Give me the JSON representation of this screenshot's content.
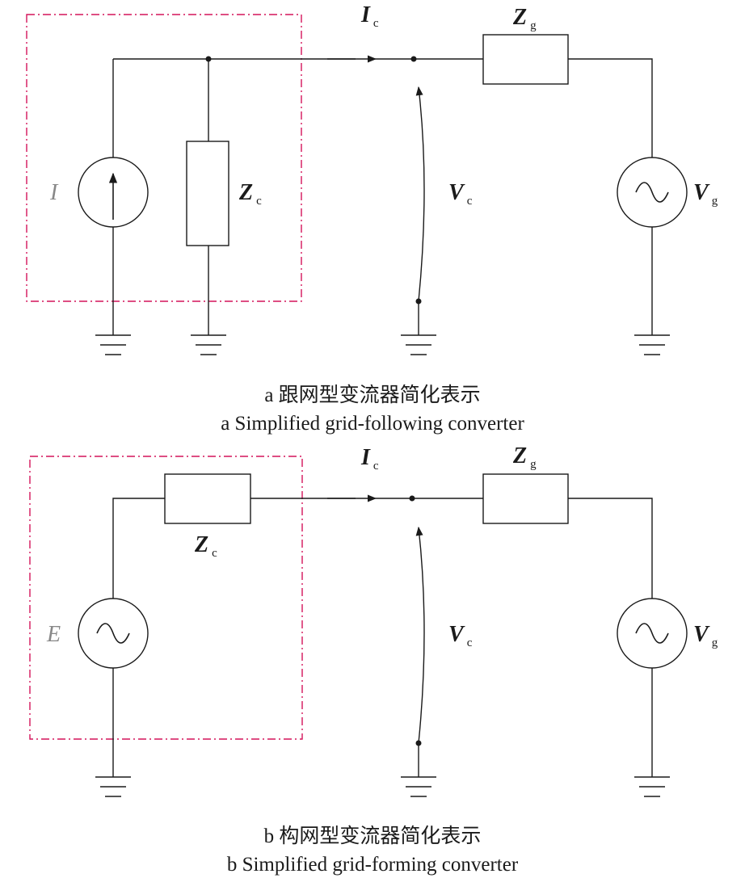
{
  "colors": {
    "boundary": "#d4145a",
    "line": "#1a1a1a",
    "source_label": "#888888"
  },
  "diagram_a": {
    "source_label": "I",
    "impedance_converter": {
      "main": "Z",
      "sub": "c"
    },
    "impedance_grid": {
      "main": "Z",
      "sub": "g"
    },
    "current": {
      "main": "I",
      "sub": "c"
    },
    "voltage_converter": {
      "main": "V",
      "sub": "c"
    },
    "voltage_grid": {
      "main": "V",
      "sub": "g"
    },
    "caption_cn": "a 跟网型变流器简化表示",
    "caption_en": "a  Simplified grid-following converter"
  },
  "diagram_b": {
    "source_label": "E",
    "impedance_converter": {
      "main": "Z",
      "sub": "c"
    },
    "impedance_grid": {
      "main": "Z",
      "sub": "g"
    },
    "current": {
      "main": "I",
      "sub": "c"
    },
    "voltage_converter": {
      "main": "V",
      "sub": "c"
    },
    "voltage_grid": {
      "main": "V",
      "sub": "g"
    },
    "caption_cn": "b 构网型变流器简化表示",
    "caption_en": "b  Simplified grid-forming converter"
  }
}
